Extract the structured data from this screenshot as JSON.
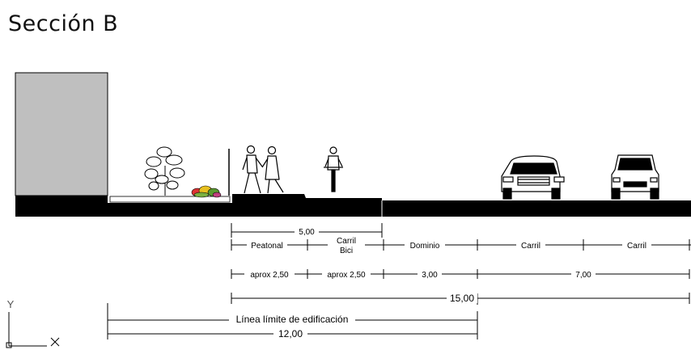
{
  "title": "Sección B",
  "labels": {
    "peatonal": "Peatonal",
    "carril_bici_1": "Carril",
    "carril_bici_2": "Bici",
    "dominio": "Dominio",
    "carril_1": "Carril",
    "carril_2": "Carril",
    "linea_limite": "Línea límite de edificación"
  },
  "dimensions": {
    "d_5_00": "5,00",
    "aprox_1": "aprox 2,50",
    "aprox_2": "aprox 2,50",
    "d_3_00": "3,00",
    "d_7_00": "7,00",
    "d_15_00": "15,00",
    "d_12_00": "12,00"
  },
  "ucs": {
    "y": "Y",
    "x": "X"
  },
  "colors": {
    "building": "#bfbfbf",
    "ground": "#000000",
    "line": "#000000"
  },
  "icons": [
    "tree-icon",
    "flower-bed-icon",
    "pedestrians-icon",
    "cyclist-icon",
    "car-icon",
    "car-rear-icon"
  ]
}
